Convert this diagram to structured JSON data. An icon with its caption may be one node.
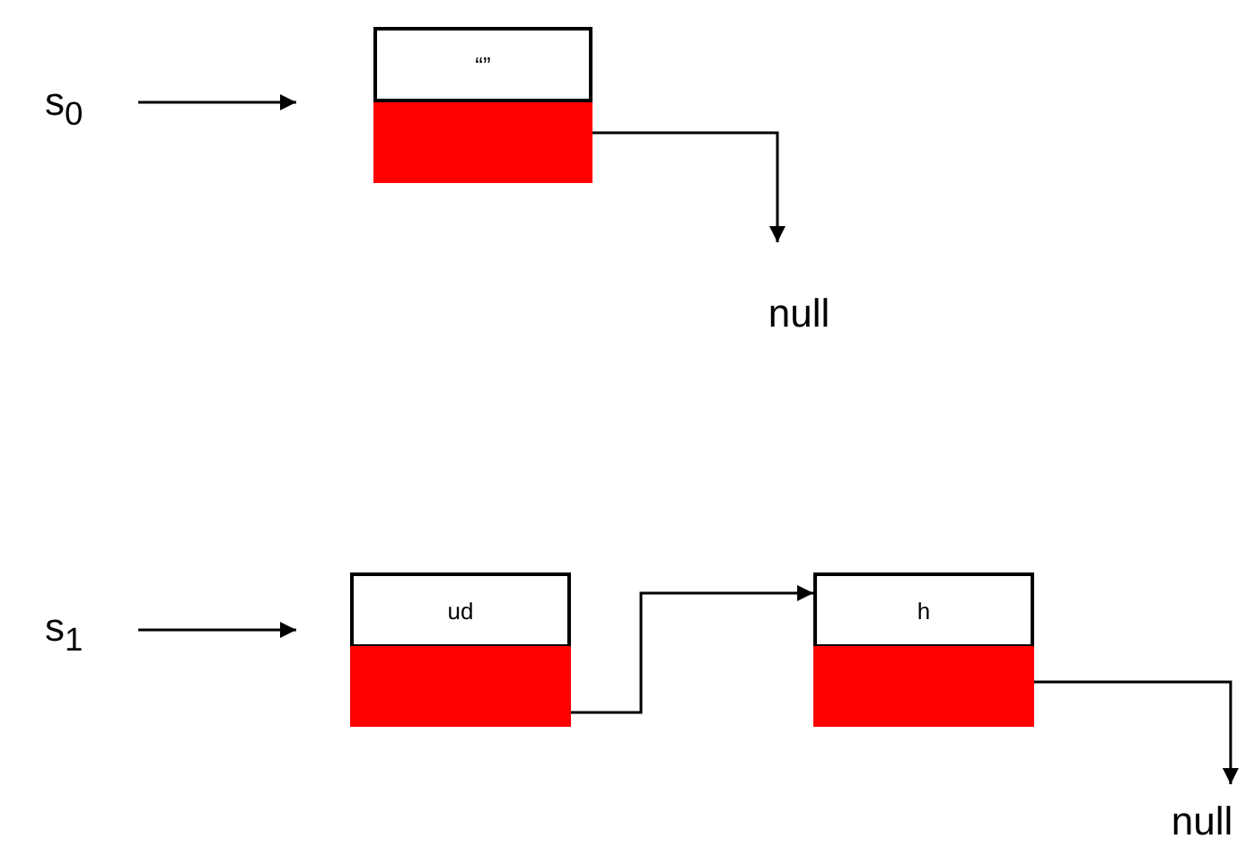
{
  "diagram": {
    "nodes": [
      {
        "text": [
          "s$_{0}$"
        ]
      },
      {
        "text": [
          "“”"
        ]
      },
      {
        "text": [],
        "shape": "box"
      },
      {
        "text": [
          "null"
        ]
      },
      {
        "text": [
          "s$_{1}$"
        ]
      },
      {
        "text": [
          "ud"
        ]
      },
      {
        "text": [],
        "shape": "box"
      },
      {
        "text": [
          "h"
        ]
      },
      {
        "text": [],
        "shape": "box"
      },
      {
        "text": [
          "null"
        ]
      }
    ],
    "edges": [
      {
        "from": 0,
        "to": 1,
        "arrow": "to"
      },
      {
        "from": 2,
        "to": 3,
        "arrow": "to"
      },
      {
        "from": 4,
        "to": 5,
        "arrow": "to"
      },
      {
        "from": 6,
        "to": 7,
        "arrow": "to"
      },
      {
        "from": 8,
        "to": 9,
        "arrow": "to"
      }
    ]
  }
}
